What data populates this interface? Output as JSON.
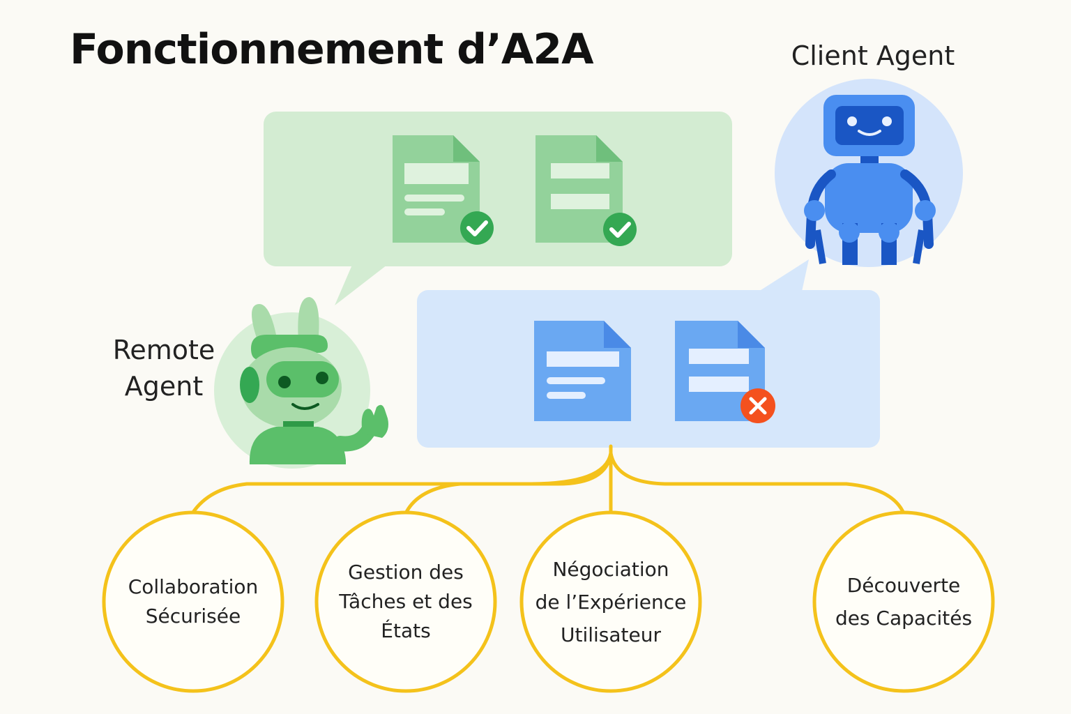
{
  "title": "Fonctionnement d’A2A",
  "client_agent": {
    "label": "Client Agent"
  },
  "remote_agent": {
    "label_lines": [
      "Remote",
      "Agent"
    ]
  },
  "capabilities": [
    {
      "lines": [
        "Collaboration",
        "Sécurisée"
      ]
    },
    {
      "lines": [
        "Gestion des",
        "Tâches et des",
        "États"
      ]
    },
    {
      "lines": [
        "Négociation",
        "de l’Expérience",
        "Utilisateur"
      ]
    },
    {
      "lines": [
        "Découverte",
        "des Capacités"
      ]
    }
  ],
  "colors": {
    "background": "#fbfaf5",
    "green_bubble": "#d3ecd2",
    "green_doc": "#93d29b",
    "green_check": "#34a853",
    "blue_bubble": "#d6e7fb",
    "blue_doc": "#6aa8f2",
    "red_x": "#f4511e",
    "yellow_connector": "#f4c21b",
    "client_robot": "#4a8ef0",
    "remote_robot": "#5bbf6a"
  },
  "icons": {
    "green_docs": [
      "document-check-icon",
      "document-check-icon"
    ],
    "blue_docs": [
      "document-icon",
      "document-error-icon"
    ],
    "client_agent": "robot-icon",
    "remote_agent": "robot-waving-icon"
  }
}
